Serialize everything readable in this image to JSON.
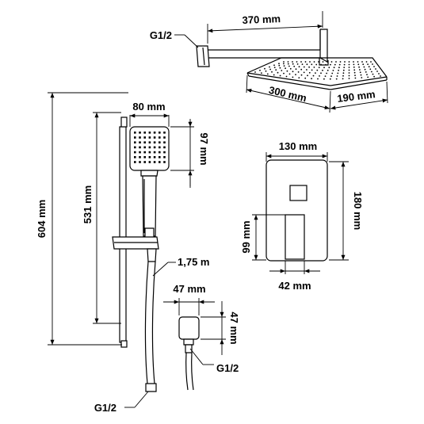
{
  "diagram": {
    "labels": {
      "arm_length": "370 mm",
      "arm_thread": "G1/2",
      "head_width": "300 mm",
      "head_depth": "190 mm",
      "hand_width": "80 mm",
      "hand_height": "97 mm",
      "bar_height": "604 mm",
      "slide_range": "531 mm",
      "hose_length": "1,75 m",
      "hose_thread": "G1/2",
      "elbow_width": "47 mm",
      "elbow_height": "47 mm",
      "elbow_thread": "G1/2",
      "mixer_width": "130 mm",
      "mixer_height": "180 mm",
      "lever_height": "99 mm",
      "lever_width": "42 mm"
    }
  }
}
